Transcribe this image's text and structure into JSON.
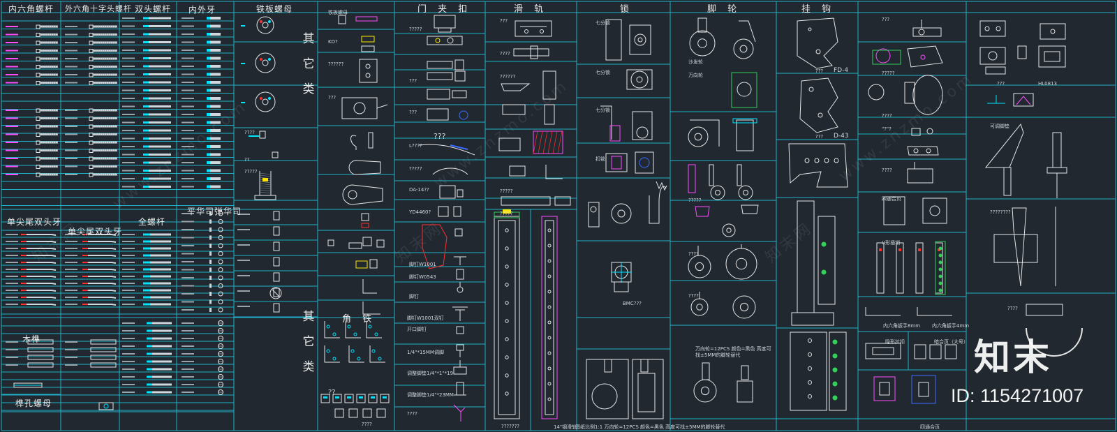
{
  "headers": {
    "h1": "内六角螺杆",
    "h2": "外六角十字头螺杆",
    "h3": "双头螺杆",
    "h4": "内外牙",
    "h5": "铁板螺母",
    "h6": "门 夹 扣",
    "h7": "滑  轨",
    "h8": "锁",
    "h9": "脚  轮",
    "h10": "挂  钩",
    "h11": "单尖尾双头牙",
    "h12": "单尖尾双头牙",
    "h13": "全螺杆",
    "h14": "平华司弹华司",
    "h15": "木榫",
    "h16": "榫孔螺母",
    "h17": "角  铁"
  },
  "vertical": {
    "other1": [
      "其",
      "它",
      "类"
    ],
    "other2": [
      "其",
      "它",
      "类"
    ]
  },
  "labels": {
    "door_q1": "?????",
    "door_q2": "???",
    "door_q3": "L????",
    "door_q4": "?????",
    "door_q5": "DA-14??",
    "door_q6": "YD4460?",
    "door_q7": "???",
    "door_q8": "脚钉W1001",
    "door_q9": "脚钉W0543",
    "door_q10": "脚钉",
    "door_q11": "脚钉W1001双钉",
    "door_q12": "开口脚钉",
    "door_q13": "1/4\"*15MM调脚",
    "door_q14": "调整脚垫1/4\"*1\"*19",
    "door_q15": "调整脚垫1/4\"*23MM",
    "door_q16": "????",
    "slide_q1": "???",
    "slide_q2": "????",
    "slide_q3": "??????",
    "slide_q4": "?????",
    "slide_q5": "?????",
    "slide_q6": "???????",
    "slide_foot": "14\"钢滑轨",
    "lock_l1": "七分锁",
    "lock_l2": "七分锁",
    "lock_l3": "七分锁",
    "lock_l4": "扣锁",
    "lock_bmc": "BMC???",
    "caster_1": "沙发轮",
    "caster_2": "万向轮",
    "caster_3": "?????",
    "caster_4": "????",
    "caster_5": "????",
    "caster_note": "万向轮=12PCS  颜色=黑色 高度可找±5MM的脚轮替代",
    "caster_foot": "图纸比例1:1   万向轮=12PCS   颜色=黑色  高度可找±5MM的脚轮替代",
    "hook_1": "???",
    "hook_code1": "FD-4",
    "hook_2": "???",
    "hook_code2": "D-43",
    "misc_1": "???",
    "misc_2": "?????",
    "misc_3": "????",
    "misc_4": "\"?\"?",
    "misc_5": "????",
    "misc_6": "四通合页",
    "misc_7": "U形插销",
    "misc_8": "隐形拉扣",
    "misc_9": "暗合页（大号）",
    "misc_10": "四通合页",
    "misc_11": "内六角扳手8mm",
    "misc_12": "内六角扳手4mm",
    "right_1": "???",
    "right_code": "HL0813",
    "right_2": "可调脚垫",
    "right_3": "????????",
    "right_4": "????",
    "iron_1": "??",
    "iron_2": "????",
    "other_1": "铁板螺母",
    "other_2": "KD?",
    "other_3": "??????",
    "other_4": "???",
    "other_5": "????",
    "other_6": "??",
    "other_7": "?????"
  },
  "watermark": {
    "logo": "知末",
    "id": "ID: 1154271007",
    "site": "www.znzmo.com",
    "site_cn": "知末网"
  },
  "colors": {
    "background": "#212830",
    "grid": "#1fb3c7",
    "drawing": "#e6e6e6",
    "accent_cyan": "#00e5ff",
    "accent_magenta": "#ff4dff",
    "accent_red": "#ff3030",
    "accent_green": "#34d058",
    "accent_yellow": "#ffe600",
    "accent_blue": "#3a6bff"
  }
}
